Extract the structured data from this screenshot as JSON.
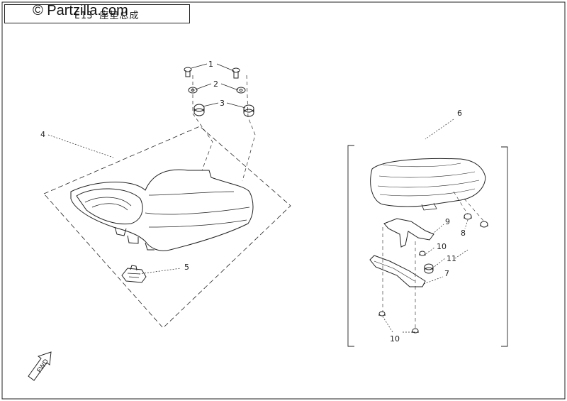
{
  "title": {
    "code": "E13",
    "caption": "座垫总成"
  },
  "watermark": "© Partzilla.com",
  "fwd_label": "FWD",
  "callouts": {
    "c1": "1",
    "c2": "2",
    "c3": "3",
    "c4": "4",
    "c5": "5",
    "c6": "6",
    "c7": "7",
    "c8": "8",
    "c9": "9",
    "c10a": "10",
    "c10b": "10",
    "c11": "11"
  }
}
